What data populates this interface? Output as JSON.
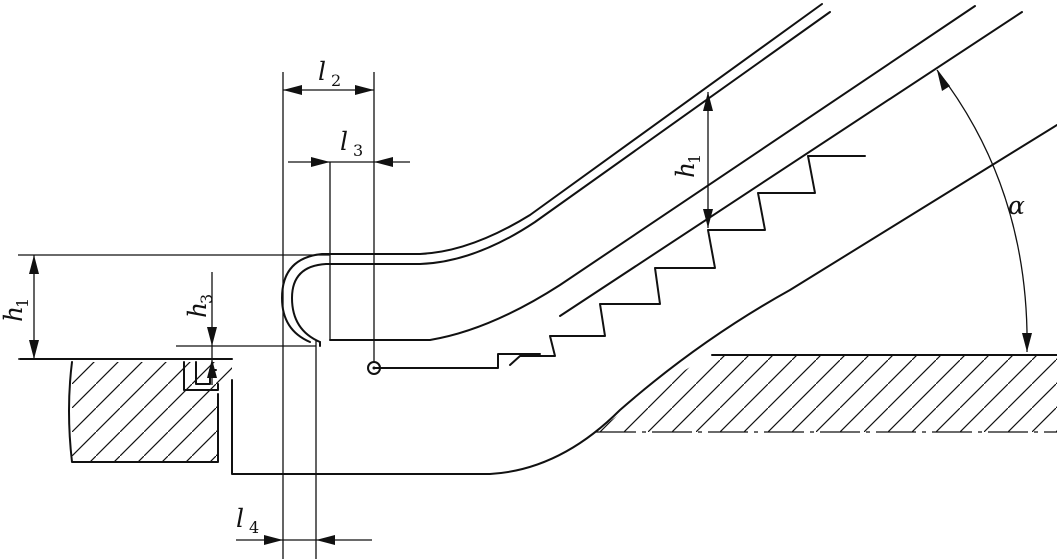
{
  "labels": {
    "l2": {
      "main": "l",
      "sub": "2"
    },
    "l3": {
      "main": "l",
      "sub": "3"
    },
    "l4": {
      "main": "l",
      "sub": "4"
    },
    "h1_left": {
      "main": "h",
      "sub": "1"
    },
    "h1_right": {
      "main": "h",
      "sub": "1"
    },
    "h3": {
      "main": "h",
      "sub": "3"
    },
    "alpha": "α"
  }
}
